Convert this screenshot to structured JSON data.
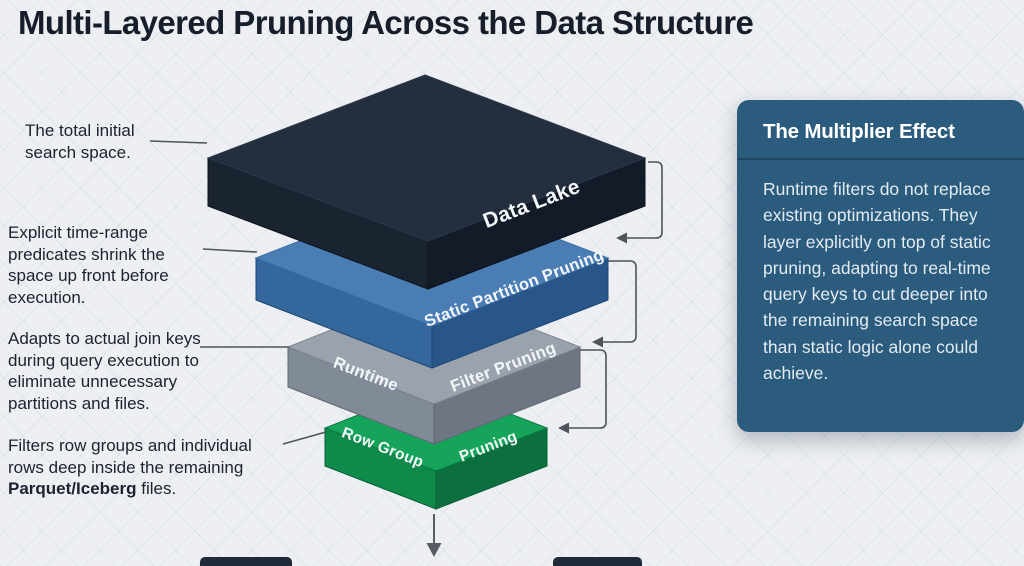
{
  "title": "Multi-Layered Pruning Across the Data Structure",
  "annotations": [
    {
      "text": "The total initial search space."
    },
    {
      "text": "Explicit time-range predicates shrink the space up front before execution."
    },
    {
      "text": "Adapts to actual join keys during query execution to eliminate unnecessary partitions and files."
    },
    {
      "text_before": "Filters row groups and individual rows deep inside the remaining ",
      "text_bold": "Parquet/Iceberg",
      "text_after": " files."
    }
  ],
  "layers": [
    {
      "label": "Data Lake",
      "color_top": "#232e3e",
      "color_left": "#1a2330",
      "color_right": "#121b27"
    },
    {
      "label": "Static Partition Pruning",
      "color_top": "#4a7db3",
      "color_left": "#34689c",
      "color_right": "#285689"
    },
    {
      "label_left": "Runtime",
      "label_right": "Filter Pruning",
      "color_top": "#9aa3ad",
      "color_left": "#818b97",
      "color_right": "#6d7682"
    },
    {
      "label_left": "Row Group",
      "label_right": "Pruning",
      "color_top": "#15a45a",
      "color_left": "#0f8a4a",
      "color_right": "#0b703d"
    }
  ],
  "card": {
    "title": "The Multiplier Effect",
    "body": "Runtime filters do not replace existing optimizations. They layer explicitly on top of static pruning, adapting to real-time query keys to cut deeper into the remaining search space than static logic alone could achieve."
  },
  "colors": {
    "background": "#edeff2",
    "card_background": "#2b5b7d",
    "connector": "#4d545c",
    "title_text": "#161e2b"
  }
}
